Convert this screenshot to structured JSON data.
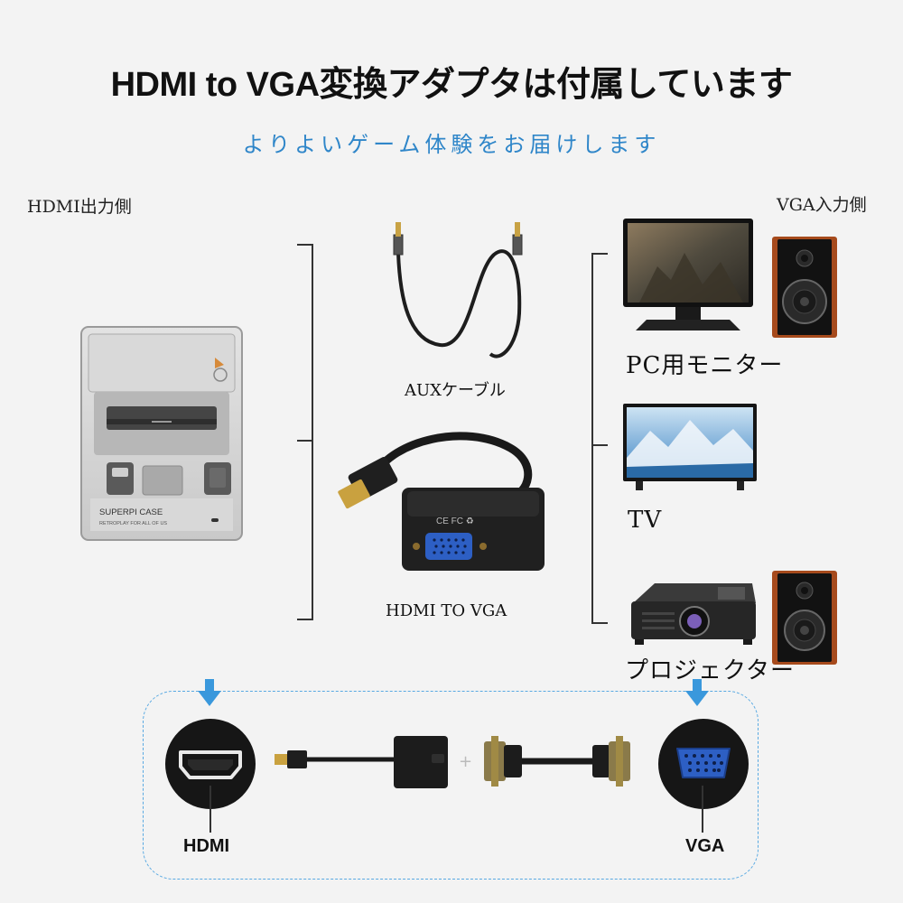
{
  "header": {
    "title": "HDMI to VGA変換アダプタは付属しています",
    "subtitle": "よりよいゲーム体験をお届けします"
  },
  "left": {
    "label": "HDMI出力側",
    "console_brand": "SUPERPI CASE",
    "console_tagline": "RETROPLAY  FOR ALL OF US"
  },
  "middle": {
    "aux_label": "AUXケーブル",
    "adapter_label": "HDMI TO VGA",
    "adapter_marks": "CE FC ♻"
  },
  "right": {
    "label": "VGA入力側",
    "monitor_label": "PC用モニター",
    "tv_label": "TV",
    "projector_label": "プロジェクター"
  },
  "bottom": {
    "hdmi_label": "HDMI",
    "vga_label": "VGA",
    "plus": "+"
  },
  "colors": {
    "accent": "#2f86c9",
    "dash": "#58a9e2",
    "arrow": "#3a98dc",
    "vga_port": "#2d5fc4",
    "speaker_wood": "#a64a1c"
  }
}
